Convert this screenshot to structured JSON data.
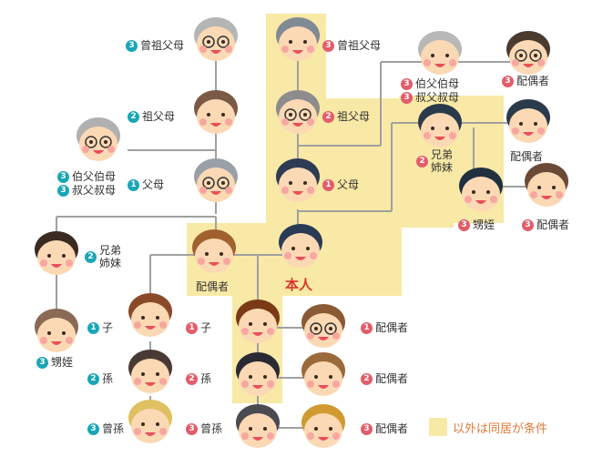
{
  "colors": {
    "highlight": "#f9e9a6",
    "line": "#999999",
    "badge_teal": "#1aa6b7",
    "badge_red": "#e25d6b",
    "self": "#d9362c",
    "legend_text": "#e07b3a"
  },
  "labels": {
    "great_grandparent_left": {
      "badge": "3",
      "text": "曾祖父母"
    },
    "grandparent_left": {
      "badge": "2",
      "text": "祖父母"
    },
    "uncle_aunt_left_1": {
      "badge": "3",
      "text": "伯父伯母"
    },
    "uncle_aunt_left_2": {
      "badge": "3",
      "text": "叔父叔母"
    },
    "parent_left": {
      "badge": "1",
      "text": "父母"
    },
    "sibling_left": {
      "badge": "2",
      "text": "兄弟\n姉妹"
    },
    "child_left": {
      "badge": "1",
      "text": "子"
    },
    "nephew_left": {
      "badge": "3",
      "text": "甥姪"
    },
    "grandchild_left": {
      "badge": "2",
      "text": "孫"
    },
    "great_grandchild_left": {
      "badge": "3",
      "text": "曾孫"
    },
    "great_grandparent_right": {
      "badge": "3",
      "text": "曾祖父母"
    },
    "grandparent_right": {
      "badge": "2",
      "text": "祖父母"
    },
    "parent_right": {
      "badge": "1",
      "text": "父母"
    },
    "uncle_aunt_right_1": {
      "badge": "3",
      "text": "伯父伯母"
    },
    "uncle_aunt_right_2": {
      "badge": "3",
      "text": "叔父叔母"
    },
    "uncle_spouse": {
      "badge": "3",
      "text": "配偶者"
    },
    "sibling_right": {
      "badge": "2",
      "text": "兄弟\n姉妹"
    },
    "sibling_spouse": {
      "text": "配偶者"
    },
    "nephew_right": {
      "badge": "3",
      "text": "甥姪"
    },
    "nephew_spouse": {
      "badge": "3",
      "text": "配偶者"
    },
    "spouse": {
      "text": "配偶者"
    },
    "self": {
      "text": "本人"
    },
    "child_right": {
      "badge": "1",
      "text": "子"
    },
    "child_spouse": {
      "badge": "1",
      "text": "配偶者"
    },
    "grandchild_right": {
      "badge": "2",
      "text": "孫"
    },
    "grandchild_spouse": {
      "badge": "2",
      "text": "配偶者"
    },
    "great_grandchild_right": {
      "badge": "3",
      "text": "曾孫"
    },
    "great_grandchild_spouse": {
      "badge": "3",
      "text": "配偶者"
    }
  },
  "legend": {
    "text": "以外は同居が条件"
  }
}
